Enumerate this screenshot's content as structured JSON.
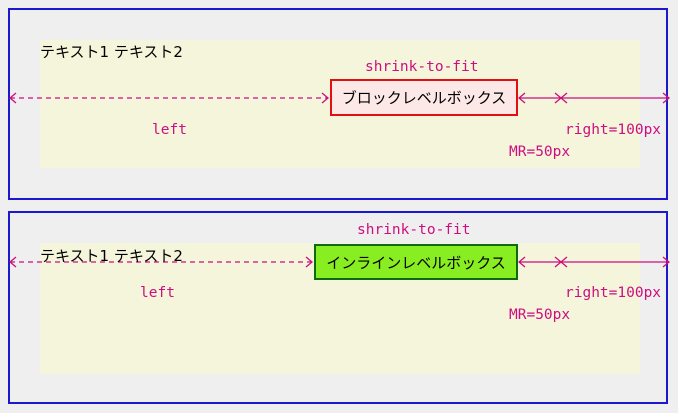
{
  "colors": {
    "page_bg": "#efefef",
    "panel_border": "#1a1acc",
    "content_bg": "#f5f5dc",
    "arrow": "#cc0f7f",
    "block_border": "#e01010",
    "block_bg": "#fde8e8",
    "inline_border": "#0e6a0e",
    "inline_bg": "#88ee22"
  },
  "panels": [
    {
      "text": "テキスト1 テキスト2",
      "box_label": "ブロックレベルボックス",
      "shrink_label": "shrink-to-fit",
      "left_label": "left",
      "right_label": "right=100px",
      "margin_label": "MR=50px"
    },
    {
      "text": "テキスト1 テキスト2",
      "box_label": "インラインレベルボックス",
      "shrink_label": "shrink-to-fit",
      "left_label": "left",
      "right_label": "right=100px",
      "margin_label": "MR=50px"
    }
  ]
}
